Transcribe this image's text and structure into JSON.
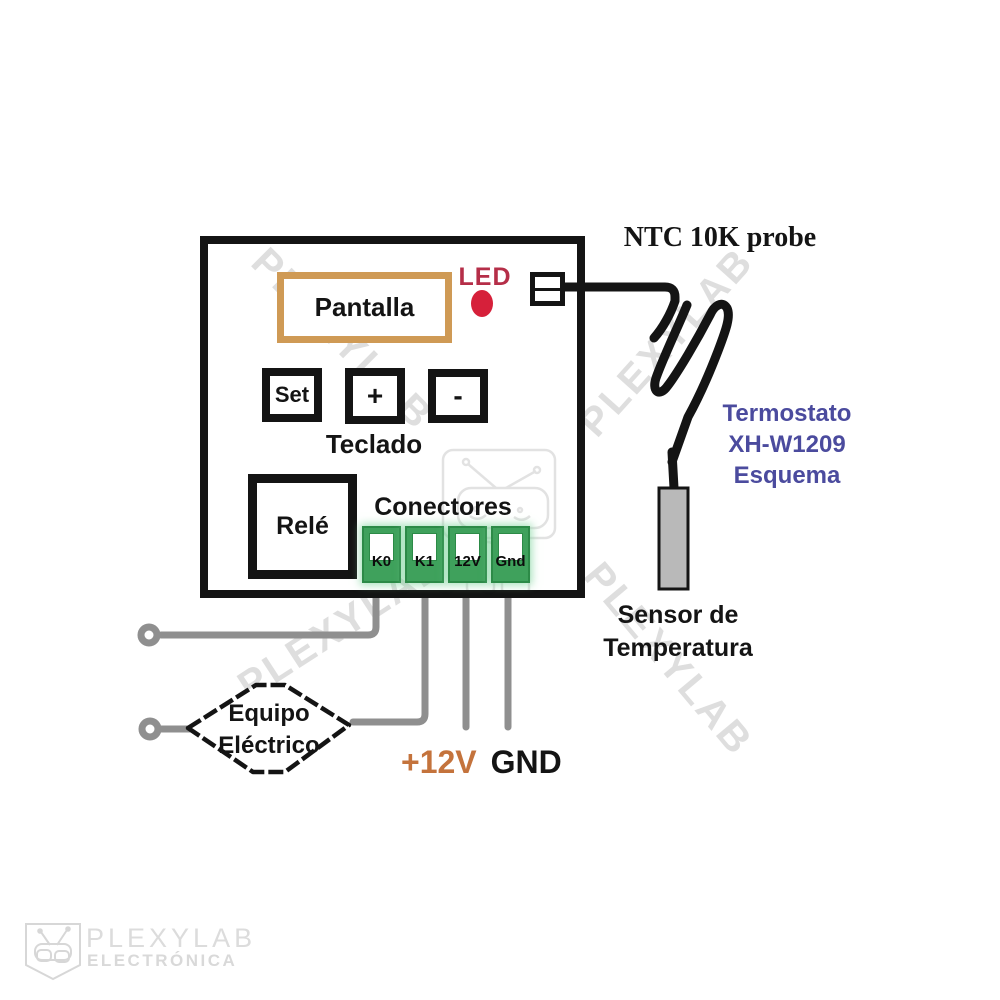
{
  "board": {
    "display_label": "Pantalla",
    "led_label": "LED",
    "buttons": [
      {
        "label": "Set"
      },
      {
        "label": "+"
      },
      {
        "label": "-"
      }
    ],
    "keypad_label": "Teclado",
    "relay_label": "Relé",
    "connectors_label": "Conectores",
    "terminals": [
      {
        "label": "K0"
      },
      {
        "label": "K1"
      },
      {
        "label": "12V"
      },
      {
        "label": "Gnd"
      }
    ]
  },
  "probe": {
    "title": "NTC 10K probe",
    "sensor_label_line1": "Sensor de",
    "sensor_label_line2": "Temperatura"
  },
  "schematic_title": {
    "line1": "Termostato",
    "line2": "XH-W1209",
    "line3": "Esquema"
  },
  "power_labels": {
    "plus12v": "+12V",
    "gnd": "GND"
  },
  "equipment": {
    "line1": "Equipo",
    "line2": "Eléctrico"
  },
  "watermark": {
    "text": "PLEXYLAB",
    "brand_line1": "PLEXYLAB",
    "brand_line2": "ELECTRÓNICA"
  },
  "colors": {
    "outline_black": "#141414",
    "display_border_orange": "#cf9a55",
    "led_red": "#d6203a",
    "led_text_red": "#b52e48",
    "terminal_green": "#3fa15c",
    "schematic_title_blue": "#4b4b9e",
    "power_12v_orange": "#c4733c",
    "wire_gray": "#8f8f8f",
    "sensor_gray": "#b9b9b9",
    "watermark_gray": "#c6c6c6"
  }
}
